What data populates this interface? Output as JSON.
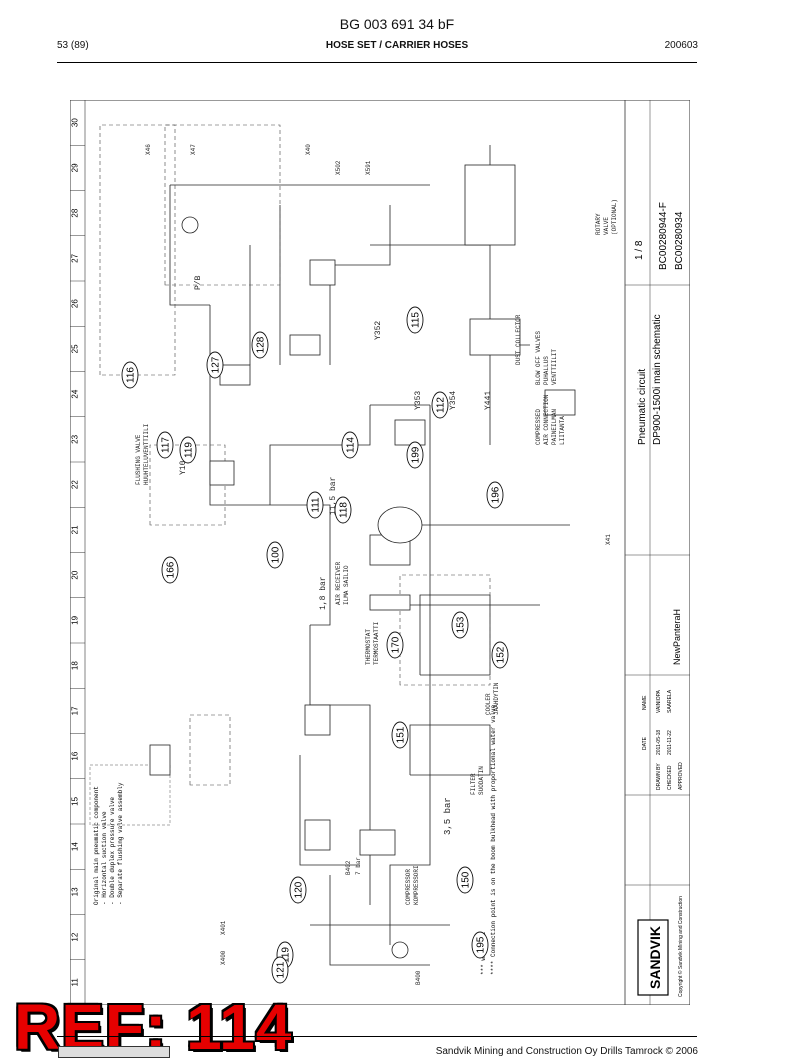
{
  "header": {
    "doc_id": "BG 003 691 34 bF",
    "page": "53 (89)",
    "section": "HOSE SET / CARRIER HOSES",
    "date": "200603"
  },
  "footer": {
    "text": "Sandvik Mining and Construction Oy Drills Tamrock © 2006"
  },
  "ref_label": "REF: 114",
  "schematic": {
    "ruler_numbers": [
      "11",
      "12",
      "13",
      "14",
      "15",
      "16",
      "17",
      "18",
      "19",
      "20",
      "21",
      "22",
      "23",
      "24",
      "25",
      "26",
      "27",
      "28",
      "29",
      "30"
    ],
    "callouts": [
      "116",
      "117",
      "119",
      "127",
      "128",
      "115",
      "114",
      "112",
      "199",
      "196",
      "118",
      "111",
      "100",
      "166",
      "170",
      "153",
      "152",
      "151",
      "150",
      "120",
      "119",
      "121",
      "195"
    ],
    "labels": {
      "title1": "Pneumatic circuit",
      "title2": "DP900-1500i main schematic",
      "sheet": "1 / 8",
      "drawing_no1": "BC00280944-F",
      "drawing_no2": "BC00280934",
      "model": "NewPanteraH",
      "brand": "SANDVIK",
      "copyright": "Copyright © Sandvik Mining and Construction",
      "notes1": "Original main pneumatic component",
      "notes2": "- Horizontal suction valve",
      "notes3": "- Double duplex pressure valve",
      "notes4": "- Separate flushing valve assembly",
      "note_bottom1": "*** with CRL",
      "note_bottom2": "**** Connection point is on the boom bulkhead with proportional water valve",
      "air_receiver": "AIR RECEIVER",
      "air_receiver_fi": "ILMA SAILIO",
      "thermostat": "THERMOSTAT",
      "thermostat_fi": "TERMOSTAATTI",
      "cooler": "COOLER",
      "cooler_fi": "JAAHDYTIN",
      "filter": "FILTER",
      "filter_fi": "SUODATIN",
      "compressor": "COMPRESSOR",
      "compressor_fi": "KOMPRESSORI",
      "compressed": "COMPRESSED",
      "air_connection": "AIR CONNECTION",
      "paineilma": "PAINEILMAN",
      "liitanta": "LIITANTA",
      "blow_valves": "BLOW OFF VALVES",
      "blow_valves_fi": "PUHALLUS",
      "blow_valves_fi2": "VENTTIILIT",
      "flushing_valve": "FLUSHING VALVE",
      "flushing_valve_fi": "HUUHTELUVENTTIILI",
      "dust_collector": "DUST COLLECTOR",
      "rotary_valve": "ROTARY",
      "rotary_valve2": "VALVE",
      "rotary_valve3": "(OPTIONAL)",
      "bar_35": "3,5 bar",
      "bar_18": "1,8 bar",
      "bar_11": "11,5 bar",
      "p_b": "P/B",
      "y352": "Y352",
      "y353": "Y353",
      "y354": "Y354",
      "y441": "Y441",
      "y10": "Y10",
      "x46": "X46",
      "x40": "X40",
      "x41": "X41",
      "x47": "X47",
      "x502": "X502",
      "x591": "X591",
      "x401": "X401",
      "x400": "X400",
      "b400": "B400",
      "b402": "B402",
      "b402_label": "B402",
      "bar_70": "7 bar",
      "approved": "APPROVED",
      "drawn": "DRAWN BY",
      "checked": "CHECKED",
      "date": "DATE",
      "name": "NAME",
      "drawn_date": "2011-05-18",
      "drawn_name": "VAINIOPA",
      "checked_date": "2011-11-22",
      "checked_name": "SAARELA",
      "bar_35_label": "3,5 bar"
    }
  }
}
